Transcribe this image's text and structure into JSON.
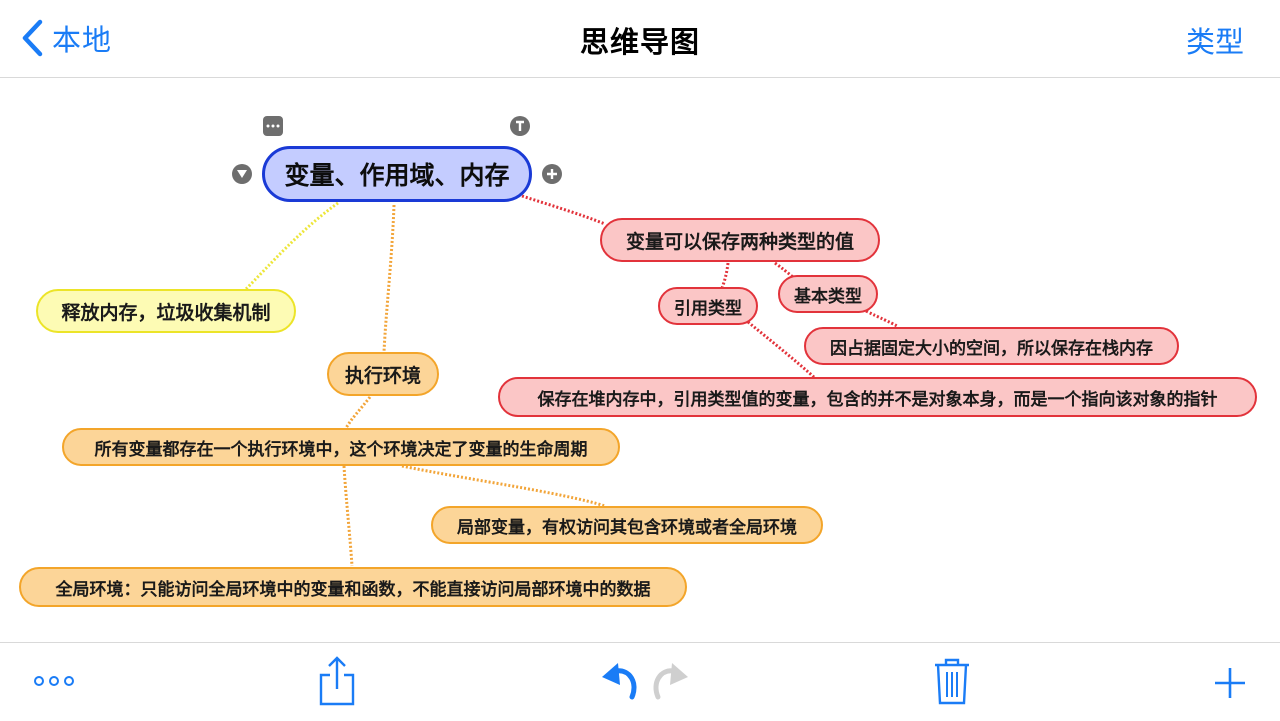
{
  "nav": {
    "back_label": "本地",
    "title": "思维导图",
    "type_label": "类型"
  },
  "mindmap": {
    "root": "变量、作用域、内存",
    "release": "释放内存，垃圾收集机制",
    "exec_env": "执行环境",
    "exec_desc": "所有变量都存在一个执行环境中，这个环境决定了变量的生命周期",
    "local_env": "局部变量，有权访问其包含环境或者全局环境",
    "global_env": "全局环境：只能访问全局环境中的变量和函数，不能直接访问局部环境中的数据",
    "two_types": "变量可以保存两种类型的值",
    "ref_type": "引用类型",
    "basic_type": "基本类型",
    "basic_desc": "因占据固定大小的空间，所以保存在栈内存",
    "ref_desc": "保存在堆内存中，引用类型值的变量，包含的并不是对象本身，而是一个指向该对象的指针"
  },
  "colors": {
    "accent": "#1a7cf6",
    "root_fill": "#c4ccff",
    "root_border": "#1a3ad6",
    "yellow_fill": "#fdfbb4",
    "yellow_border": "#ece428",
    "orange_fill": "#fcd598",
    "orange_border": "#f3a52a",
    "red_fill": "#fbc6c6",
    "red_border": "#e2333b"
  },
  "toolbar": [
    "more-icon",
    "share-icon",
    "undo-icon",
    "redo-icon",
    "trash-icon",
    "add-icon"
  ],
  "root_controls": [
    "more-square-icon",
    "text-icon",
    "collapse-icon",
    "add-child-icon"
  ]
}
